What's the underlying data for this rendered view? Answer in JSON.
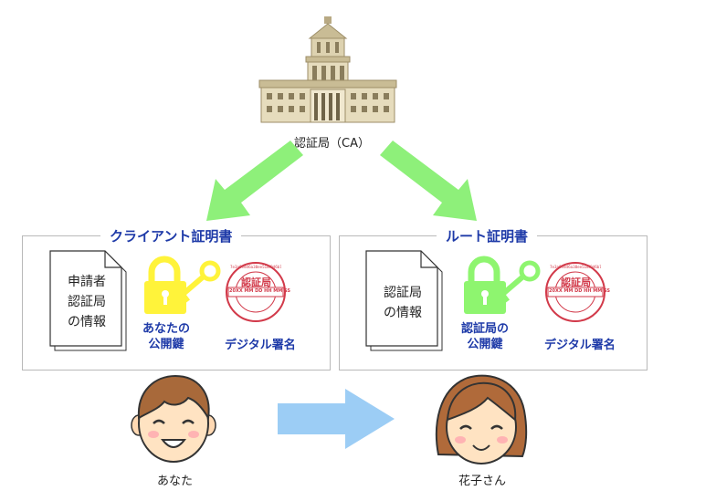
{
  "ca": {
    "label": "認証局（CA）"
  },
  "client_cert": {
    "title": "クライアント証明書",
    "doc_lines": [
      "申請者",
      "認証局",
      "の情報"
    ],
    "key_label_lines": [
      "あなたの",
      "公開鍵"
    ],
    "signature_label": "デジタル署名",
    "stamp_title": "認証局",
    "stamp_date": "20XX MM DD HH MM SS",
    "stamp_hash": "7e3a0edd6a38ee518f0d6b7e1e0f3a2b"
  },
  "root_cert": {
    "title": "ルート証明書",
    "doc_lines": [
      "認証局",
      "の情報"
    ],
    "key_label_lines": [
      "認証局の",
      "公開鍵"
    ],
    "signature_label": "デジタル署名",
    "stamp_title": "認証局",
    "stamp_date": "20XX MM DD HH MM SS",
    "stamp_hash": "7e3a0edd6a38ee518f0d6b7e1e0f3a2b"
  },
  "people": {
    "you": "あなた",
    "hanako": "花子さん"
  },
  "colors": {
    "arrow_green": "#8ef07a",
    "arrow_blue": "#9ccdf5",
    "key_yellow": "#fff33a",
    "key_green": "#8ef56f",
    "stamp_red": "#d23a4a",
    "title_blue": "#1e3aa8"
  }
}
